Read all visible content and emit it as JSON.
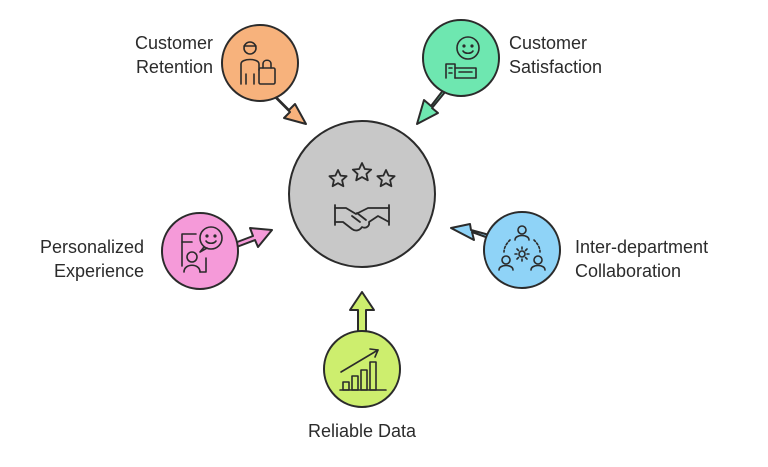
{
  "center": {
    "icon": "stars-handshake-icon",
    "fill": "#c8c8c8"
  },
  "nodes": {
    "retention": {
      "label_lines": [
        "Customer",
        "Retention"
      ],
      "icon": "shopper-bag-icon",
      "color": "#f7b27c"
    },
    "satisfaction": {
      "label_lines": [
        "Customer",
        "Satisfaction"
      ],
      "icon": "smiley-rating-icon",
      "color": "#6ee7b0"
    },
    "personalized": {
      "label_lines": [
        "Personalized",
        "Experience"
      ],
      "icon": "person-chat-icon",
      "color": "#f59ad9"
    },
    "collaboration": {
      "label_lines": [
        "Inter-department",
        "Collaboration"
      ],
      "icon": "team-gear-icon",
      "color": "#8fd3f7"
    },
    "reliable": {
      "label_lines": [
        "Reliable Data"
      ],
      "icon": "growth-chart-icon",
      "color": "#cdee6e"
    }
  }
}
